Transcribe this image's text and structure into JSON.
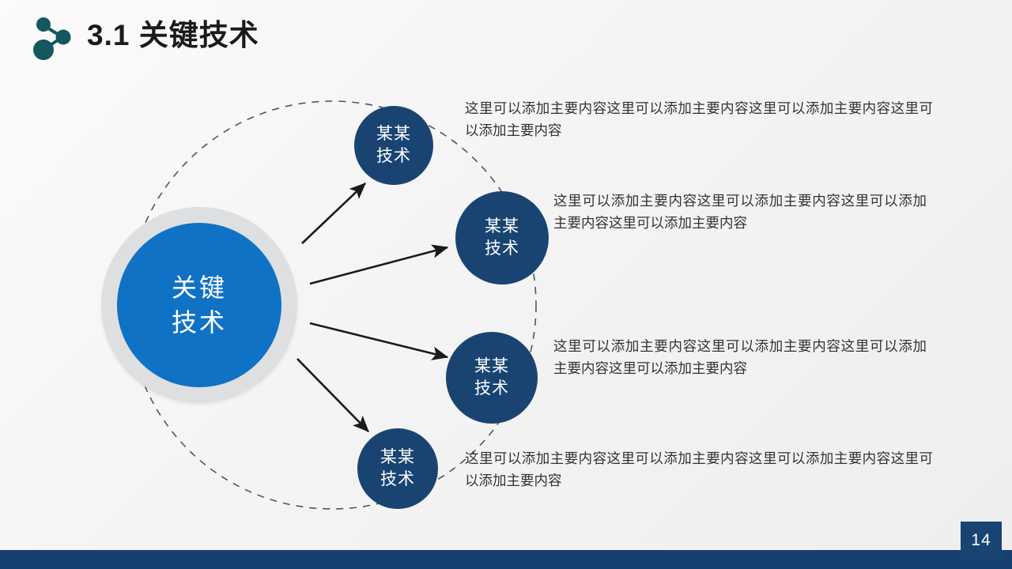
{
  "slide": {
    "title": "3.1 关键技术",
    "header_icon": "share-nodes-icon",
    "background_color": "#f4f4f4",
    "accent_color": "#194472",
    "hub_color": "#1072c4",
    "hub_ring_color": "#dedfe1",
    "icon_color": "#14575e"
  },
  "hub": {
    "label": "关键\n技术"
  },
  "nodes": [
    {
      "label": "某某\n技术",
      "color": "#194472"
    },
    {
      "label": "某某\n技术",
      "color": "#194472"
    },
    {
      "label": "某某\n技术",
      "color": "#194472"
    },
    {
      "label": "某某\n技术",
      "color": "#194472"
    }
  ],
  "texts": [
    {
      "content": "这里可以添加主要内容这里可以添加主要内容这里可以添加主要内容这里可以添加主要内容"
    },
    {
      "content": "这里可以添加主要内容这里可以添加主要内容这里可以添加主要内容这里可以添加主要内容"
    },
    {
      "content": "这里可以添加主要内容这里可以添加主要内容这里可以添加主要内容这里可以添加主要内容"
    },
    {
      "content": "这里可以添加主要内容这里可以添加主要内容这里可以添加主要内容这里可以添加主要内容"
    }
  ],
  "footer": {
    "page_number": "14",
    "bar_color": "#15406f"
  }
}
